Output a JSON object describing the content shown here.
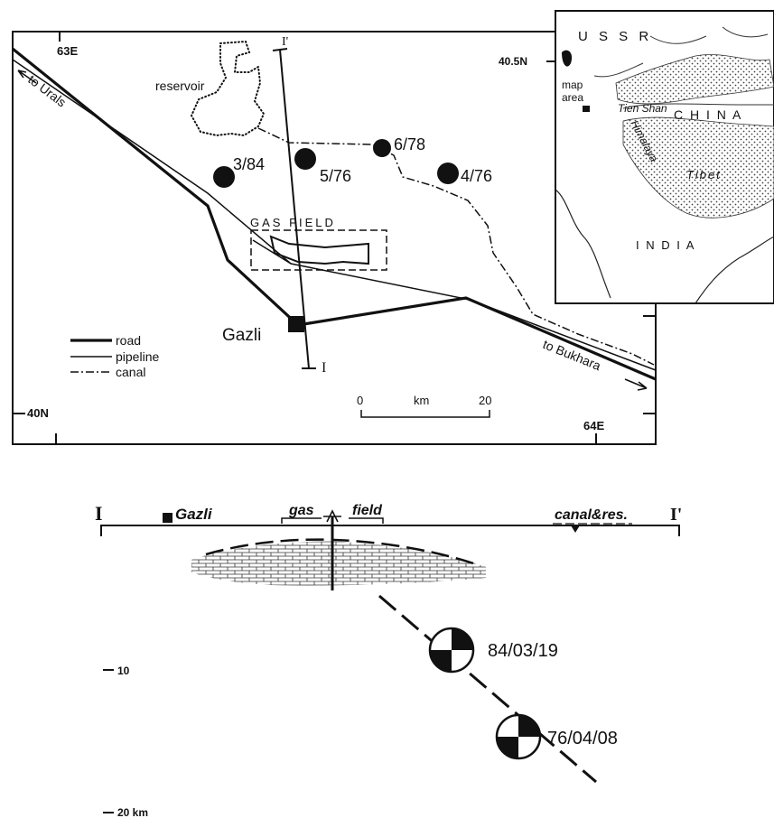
{
  "main_map": {
    "coord_63e": "63E",
    "coord_64e": "64E",
    "coord_40n": "40N",
    "section_end_top": "I'",
    "section_end_bottom": "I",
    "reservoir_label": "reservoir",
    "to_urals": "to Urals",
    "to_bukhara": "to Bukhara",
    "gas_field_label": "GAS FIELD",
    "town_label": "Gazli",
    "events": [
      {
        "label": "3/84"
      },
      {
        "label": "5/76"
      },
      {
        "label": "6/78"
      },
      {
        "label": "4/76"
      }
    ],
    "legend": {
      "road": "road",
      "pipeline": "pipeline",
      "canal": "canal"
    },
    "scale": {
      "start": "0",
      "unit": "km",
      "end": "20"
    }
  },
  "inset_map": {
    "coord_405n": "40.5N",
    "ussr": "U S S R",
    "map_area": "map\narea",
    "map_area_line1": "map",
    "map_area_line2": "area",
    "tien_shan": "Tien Shan",
    "china": "C H I N A",
    "himalaya": "Himalaya",
    "tibet": "Tibet",
    "india": "I N D I A"
  },
  "cross_section": {
    "end_left": "I",
    "end_right": "I'",
    "gazli": "Gazli",
    "gas": "gas",
    "field": "field",
    "canal_res": "canal&res.",
    "focal_mechanisms": [
      {
        "date": "84/03/19"
      },
      {
        "date": "76/04/08"
      }
    ],
    "depth_ticks": [
      {
        "value": "10"
      },
      {
        "value": "20 km"
      }
    ]
  }
}
